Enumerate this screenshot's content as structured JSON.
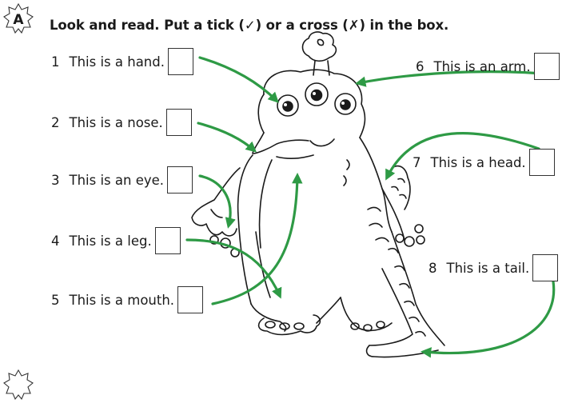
{
  "section_badge": "A",
  "instruction": "Look and read. Put a tick (✓) or a cross (✗) in the box.",
  "items_left": [
    {
      "num": "1",
      "text": "This is a hand."
    },
    {
      "num": "2",
      "text": "This is a nose."
    },
    {
      "num": "3",
      "text": "This is an eye."
    },
    {
      "num": "4",
      "text": "This is a leg."
    },
    {
      "num": "5",
      "text": "This is a mouth."
    }
  ],
  "items_right": [
    {
      "num": "6",
      "text": "This is an arm."
    },
    {
      "num": "7",
      "text": "This is a head."
    },
    {
      "num": "8",
      "text": "This is a tail."
    }
  ],
  "colors": {
    "arrow": "#2e9a45",
    "ink": "#1a1a1a",
    "badge_fill": "#ffffff"
  },
  "icons": {
    "badge": "star-badge-icon",
    "monster": "monster-drawing",
    "arrow": "green-arrow"
  }
}
